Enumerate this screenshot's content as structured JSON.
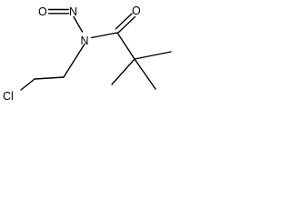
{
  "diagram": {
    "type": "skeletal-formula",
    "atoms": {
      "nitroso_o": "O",
      "nitroso_n": "N",
      "amide_n": "N",
      "carbonyl_o": "O",
      "chlorine": "Cl"
    },
    "colors": {
      "bond": "#000000",
      "label": "#000000",
      "background": "#ffffff"
    }
  }
}
